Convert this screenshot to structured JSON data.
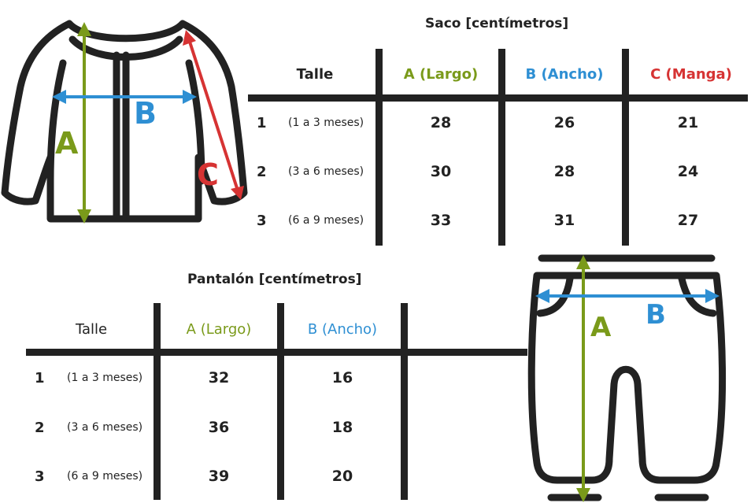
{
  "colors": {
    "ink": "#222222",
    "green": "#7a9a1a",
    "blue": "#2e8fd3",
    "red": "#d63333"
  },
  "icons": {
    "jacket": "jacket-outline-icon",
    "pants": "pants-outline-icon"
  },
  "jacket_figure": {
    "label_a": "A",
    "label_b": "B",
    "label_c": "C"
  },
  "pants_figure": {
    "label_a": "A",
    "label_b": "B"
  },
  "saco": {
    "title": "Saco [centímetros]",
    "headers": {
      "size": "Talle",
      "a": "A (Largo)",
      "b": "B (Ancho)",
      "c": "C (Manga)"
    },
    "rows": [
      {
        "size": "1",
        "months": "(1 a 3 meses)",
        "a": "28",
        "b": "26",
        "c": "21"
      },
      {
        "size": "2",
        "months": "(3 a 6 meses)",
        "a": "30",
        "b": "28",
        "c": "24"
      },
      {
        "size": "3",
        "months": "(6 a 9 meses)",
        "a": "33",
        "b": "31",
        "c": "27"
      }
    ]
  },
  "pantalon": {
    "title": "Pantalón [centímetros]",
    "headers": {
      "size": "Talle",
      "a": "A (Largo)",
      "b": "B (Ancho)"
    },
    "rows": [
      {
        "size": "1",
        "months": "(1 a 3 meses)",
        "a": "32",
        "b": "16"
      },
      {
        "size": "2",
        "months": "(3 a 6 meses)",
        "a": "36",
        "b": "18"
      },
      {
        "size": "3",
        "months": "(6 a 9 meses)",
        "a": "39",
        "b": "20"
      }
    ]
  }
}
